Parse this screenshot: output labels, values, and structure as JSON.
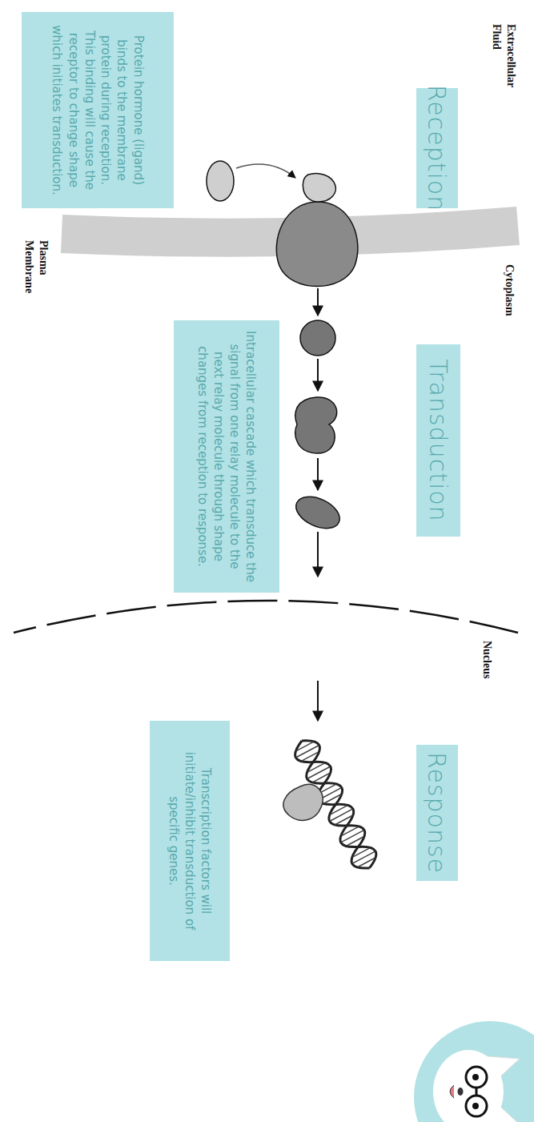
{
  "diagram": {
    "nodes": [
      {
        "text": [
          "Reception"
        ]
      },
      {
        "text": [
          "Protein hormone (ligand) binds to the membrane protein during reception. This binding will cause the receptor to change shape which initiates transduction."
        ]
      },
      {
        "text": [
          "Transduction"
        ]
      },
      {
        "text": [
          "Intracellular cascade which transduce the signal from one relay molecule to the next relay molecule through shape changes from reception to response."
        ]
      },
      {
        "text": [
          "Response"
        ]
      },
      {
        "text": [
          "Transcription factors will initiate/inhibit transduction of specific genes."
        ]
      }
    ],
    "labels": [
      "Extracellular Fluid",
      "Cytoplasm",
      "Plasma Membrane",
      "Nucleus"
    ]
  }
}
